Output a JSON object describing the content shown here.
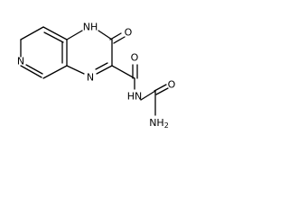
{
  "molecule": {
    "atom_labels": {
      "nh_ring": "NH",
      "o_ring": "O",
      "n_pyridine": "N",
      "n_pyrazine": "N",
      "o_amide": "O",
      "nh_amide": "HN",
      "o_urea": "O",
      "nh2_urea": "NH",
      "nh2_subscript": "2"
    }
  },
  "colors": {
    "bond": "#000000",
    "label": "#000000",
    "background": "#ffffff"
  }
}
